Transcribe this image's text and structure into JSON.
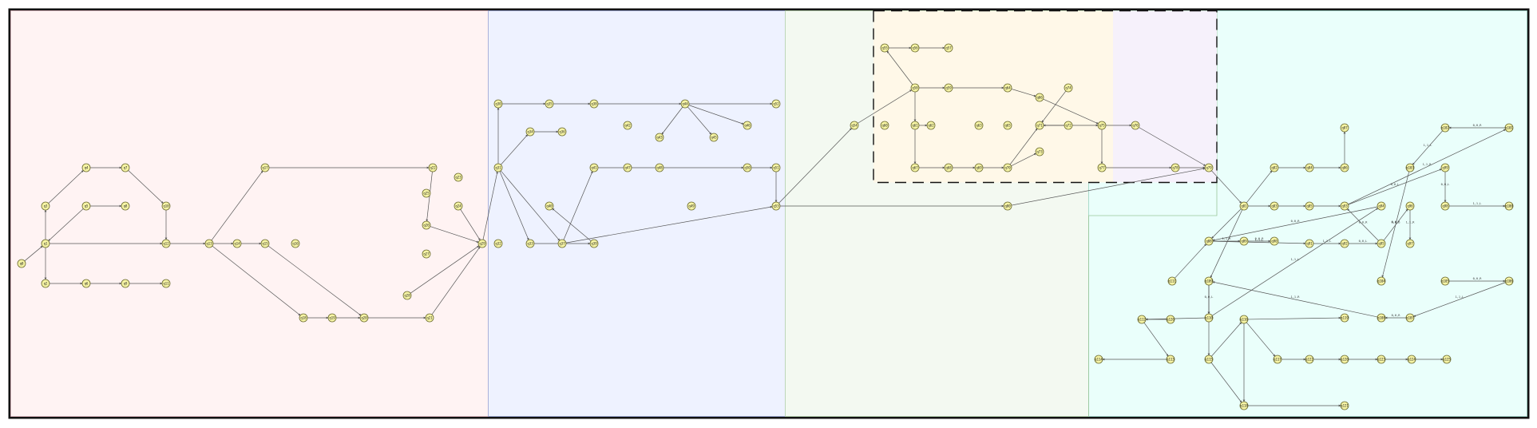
{
  "nodes": [
    {
      "id": "q0",
      "label": "q0"
    },
    {
      "id": "q1",
      "label": "q1"
    },
    {
      "id": "q2",
      "label": "q2"
    },
    {
      "id": "q3",
      "label": "q3"
    },
    {
      "id": "q4",
      "label": "q4"
    },
    {
      "id": "q5",
      "label": "q5"
    },
    {
      "id": "q6",
      "label": "q6"
    },
    {
      "id": "q7",
      "label": "q7"
    },
    {
      "id": "q8",
      "label": "q8"
    },
    {
      "id": "q9",
      "label": "q9"
    },
    {
      "id": "q10",
      "label": "q10"
    },
    {
      "id": "q11",
      "label": "q11"
    },
    {
      "id": "q12",
      "label": "q12"
    },
    {
      "id": "q13",
      "label": "q13"
    },
    {
      "id": "q14",
      "label": "q14"
    },
    {
      "id": "q15",
      "label": "q15"
    },
    {
      "id": "q16",
      "label": "q16"
    },
    {
      "id": "q17",
      "label": "q17"
    },
    {
      "id": "q18",
      "label": "q18"
    },
    {
      "id": "q19",
      "label": "q19"
    },
    {
      "id": "q20",
      "label": "q20"
    },
    {
      "id": "q21",
      "label": "q21"
    },
    {
      "id": "q22",
      "label": "q22"
    },
    {
      "id": "q23",
      "label": "q23"
    },
    {
      "id": "q24",
      "label": "q24"
    },
    {
      "id": "q25",
      "label": "q25"
    },
    {
      "id": "q26",
      "label": "q26"
    },
    {
      "id": "q27",
      "label": "q27"
    },
    {
      "id": "q28",
      "label": "q28"
    },
    {
      "id": "q29",
      "label": "q29"
    },
    {
      "id": "q30",
      "label": "q30"
    },
    {
      "id": "q31",
      "label": "q31"
    },
    {
      "id": "q32",
      "label": "q32"
    },
    {
      "id": "q33",
      "label": "q33"
    },
    {
      "id": "q34",
      "label": "q34"
    },
    {
      "id": "q35",
      "label": "q35"
    },
    {
      "id": "q36",
      "label": "q36"
    },
    {
      "id": "q37",
      "label": "q37"
    },
    {
      "id": "q38",
      "label": "q38"
    },
    {
      "id": "q39",
      "label": "q39"
    },
    {
      "id": "q40",
      "label": "q40"
    },
    {
      "id": "q41",
      "label": "q41"
    },
    {
      "id": "q42",
      "label": "q42"
    },
    {
      "id": "q43",
      "label": "q43"
    },
    {
      "id": "q44",
      "label": "q44"
    },
    {
      "id": "q45",
      "label": "q45"
    },
    {
      "id": "q46",
      "label": "q46"
    },
    {
      "id": "q47",
      "label": "q47"
    },
    {
      "id": "q48",
      "label": "q48"
    },
    {
      "id": "q49",
      "label": "q49"
    },
    {
      "id": "q50",
      "label": "q50"
    },
    {
      "id": "q51",
      "label": "q51"
    },
    {
      "id": "q52",
      "label": "q52"
    },
    {
      "id": "q53",
      "label": "q53"
    },
    {
      "id": "q54",
      "label": "q54"
    },
    {
      "id": "q55",
      "label": "q55"
    },
    {
      "id": "q56",
      "label": "q56"
    },
    {
      "id": "q57",
      "label": "q57"
    },
    {
      "id": "q58",
      "label": "q58"
    },
    {
      "id": "q59",
      "label": "q59"
    },
    {
      "id": "q60",
      "label": "q60"
    },
    {
      "id": "q61",
      "label": "q61"
    },
    {
      "id": "q62",
      "label": "q62"
    },
    {
      "id": "q63",
      "label": "q63"
    },
    {
      "id": "q64",
      "label": "q64"
    },
    {
      "id": "q65",
      "label": "q65"
    },
    {
      "id": "q66",
      "label": "q66"
    },
    {
      "id": "q67",
      "label": "q67"
    },
    {
      "id": "q68",
      "label": "q68"
    },
    {
      "id": "q69",
      "label": "q69"
    },
    {
      "id": "q70",
      "label": "q70"
    },
    {
      "id": "q71",
      "label": "q71"
    },
    {
      "id": "q72",
      "label": "q72"
    },
    {
      "id": "q73",
      "label": "q73"
    },
    {
      "id": "q74",
      "label": "q74"
    },
    {
      "id": "q75",
      "label": "q75"
    },
    {
      "id": "q76",
      "label": "q76"
    },
    {
      "id": "q77",
      "label": "q77"
    },
    {
      "id": "q78",
      "label": "q78"
    },
    {
      "id": "q79",
      "label": "q79"
    },
    {
      "id": "q80",
      "label": "q80"
    },
    {
      "id": "q81",
      "label": "q81"
    },
    {
      "id": "q82",
      "label": "q82"
    },
    {
      "id": "q83",
      "label": "q83"
    },
    {
      "id": "q84",
      "label": "q84"
    },
    {
      "id": "q85",
      "label": "q85"
    },
    {
      "id": "q86",
      "label": "q86"
    },
    {
      "id": "q87",
      "label": "q87"
    },
    {
      "id": "q88",
      "label": "q88"
    },
    {
      "id": "q89",
      "label": "q89"
    },
    {
      "id": "q90",
      "label": "q90"
    },
    {
      "id": "q91",
      "label": "q91"
    },
    {
      "id": "q92",
      "label": "q92"
    },
    {
      "id": "q93",
      "label": "q93"
    },
    {
      "id": "q94",
      "label": "q94"
    },
    {
      "id": "q95",
      "label": "q95"
    },
    {
      "id": "q96",
      "label": "q96"
    },
    {
      "id": "q97",
      "label": "q97"
    },
    {
      "id": "q98",
      "label": "q98"
    },
    {
      "id": "q99",
      "label": "q99"
    },
    {
      "id": "q100",
      "label": "q100"
    },
    {
      "id": "q101",
      "label": "q101"
    },
    {
      "id": "q102",
      "label": "q102"
    },
    {
      "id": "q103",
      "label": "q103"
    },
    {
      "id": "q104",
      "label": "q104"
    },
    {
      "id": "q105",
      "label": "q105"
    },
    {
      "id": "q106",
      "label": "q106"
    },
    {
      "id": "q107",
      "label": "q107"
    },
    {
      "id": "q108",
      "label": "q108"
    },
    {
      "id": "q109",
      "label": "q109"
    },
    {
      "id": "q110",
      "label": "q110"
    },
    {
      "id": "q111",
      "label": "q111"
    },
    {
      "id": "q112",
      "label": "q112"
    },
    {
      "id": "q113",
      "label": "q113"
    },
    {
      "id": "q114",
      "label": "q114"
    },
    {
      "id": "q115",
      "label": "q115"
    },
    {
      "id": "q116",
      "label": "q116"
    },
    {
      "id": "q117",
      "label": "q117"
    },
    {
      "id": "q118",
      "label": "q118"
    },
    {
      "id": "q119",
      "label": "q119"
    },
    {
      "id": "q120",
      "label": "q120"
    },
    {
      "id": "q121",
      "label": "q121"
    },
    {
      "id": "q122",
      "label": "q122"
    },
    {
      "id": "q123",
      "label": "q123"
    },
    {
      "id": "q124",
      "label": "q124"
    },
    {
      "id": "q125",
      "label": "q125"
    },
    {
      "id": "q126",
      "label": "q126"
    }
  ],
  "edges": [
    {
      "from": "q94",
      "to": "q88",
      "label": "0,0,R"
    },
    {
      "from": "q88",
      "to": "q89",
      "label": "1,1,R"
    },
    {
      "from": "q89",
      "to": "q90",
      "label": "0,0,R"
    },
    {
      "from": "q88",
      "to": "q91",
      "label": "1,1,L"
    },
    {
      "from": "q91",
      "to": "q92",
      "label": "1,1,L"
    },
    {
      "from": "q92",
      "to": "q95",
      "label": "0,0,L"
    },
    {
      "from": "q95",
      "to": "q96",
      "label": "0,0,L"
    },
    {
      "from": "q96",
      "to": "q97",
      "label": "1,1,R"
    },
    {
      "from": "q95",
      "to": "q93",
      "label": "0,0,R"
    },
    {
      "from": "q93",
      "to": "q99",
      "label": "0,0,L"
    },
    {
      "from": "q99",
      "to": "q98",
      "label": "0,0,L"
    },
    {
      "from": "q98",
      "to": "q100",
      "label": "1,1,L"
    },
    {
      "from": "q93",
      "to": "q101",
      "label": "1,1,R"
    },
    {
      "from": "q101",
      "to": "q102",
      "label": "0,0,R"
    },
    {
      "from": "q102",
      "to": "q103",
      "label": "1,1,L"
    },
    {
      "from": "q103",
      "to": "q104",
      "label": "0,0,R"
    },
    {
      "from": "q105",
      "to": "q106",
      "label": "0,0,R"
    },
    {
      "from": "q106",
      "to": "q107",
      "label": "1,1,L"
    },
    {
      "from": "q107",
      "to": "q108",
      "label": "0,0,R"
    },
    {
      "from": "q108",
      "to": "q109",
      "label": "1,1,R"
    },
    {
      "from": "q109",
      "to": "q110",
      "label": "0,0,L"
    },
    {
      "from": "q110",
      "to": "q94",
      "label": "1,1,L"
    }
  ]
}
